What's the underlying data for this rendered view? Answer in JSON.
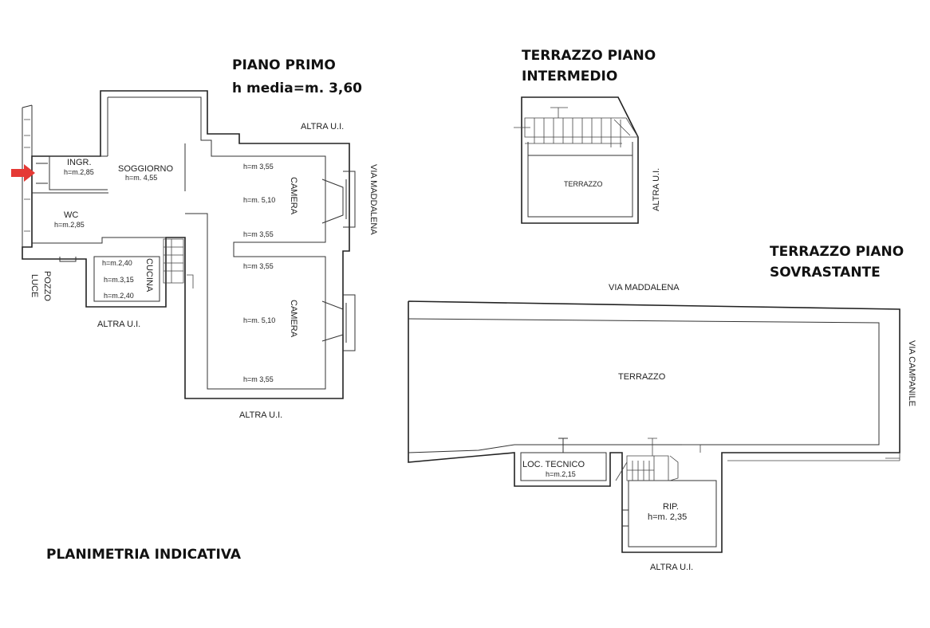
{
  "titles": {
    "piano_primo": "PIANO PRIMO",
    "h_media": "h media=m. 3,60",
    "terrazzo_intermedio_1": "TERRAZZO PIANO",
    "terrazzo_intermedio_2": "INTERMEDIO",
    "terrazzo_sovrastante_1": "TERRAZZO PIANO",
    "terrazzo_sovrastante_2": "SOVRASTANTE",
    "planimetria": "PLANIMETRIA INDICATIVA"
  },
  "rooms": {
    "ingr": "INGR.",
    "ingr_h": "h=m.2,85",
    "soggiorno": "SOGGIORNO",
    "soggiorno_h": "h=m. 4,55",
    "wc": "WC",
    "wc_h": "h=m.2,85",
    "cucina": "CUCINA",
    "cucina_h1": "h=m.2,40",
    "cucina_h2": "h=m.3,15",
    "cucina_h3": "h=m.2,40",
    "camera1": "CAMERA",
    "camera1_h1": "h=m 3,55",
    "camera1_h2": "h=m. 5,10",
    "camera1_h3": "h=m 3,55",
    "camera2": "CAMERA",
    "camera2_h1": "h=m 3,55",
    "camera2_h2": "h=m. 5,10",
    "camera2_h3": "h=m 3,55",
    "terrazzo_int": "TERRAZZO",
    "terrazzo_sov": "TERRAZZO",
    "loc_tecnico": "LOC. TECNICO",
    "loc_tecnico_h": "h=m.2,15",
    "rip": "RIP.",
    "rip_h": "h=m. 2,35"
  },
  "surroundings": {
    "altra_ui_top": "ALTRA U.I.",
    "altra_ui_cucina": "ALTRA U.I.",
    "altra_ui_bottom": "ALTRA U.I.",
    "altra_ui_terrazzo": "ALTRA U.I.",
    "altra_ui_rip": "ALTRA U.I.",
    "via_maddalena_1": "VIA MADDALENA",
    "via_maddalena_2": "VIA MADDALENA",
    "via_campanile": "VIA CAMPANILE",
    "pozzo": "POZZO",
    "luce": "LUCE"
  },
  "colors": {
    "entrance_arrow": "#e53935",
    "walls": "#222222"
  }
}
